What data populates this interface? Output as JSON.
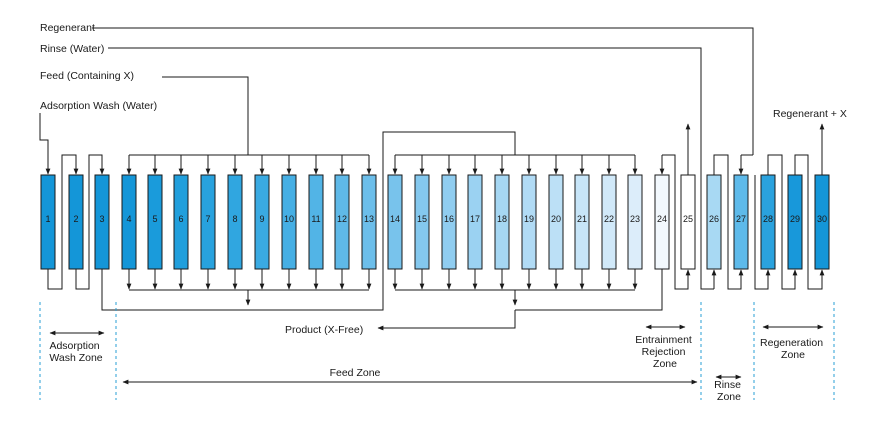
{
  "inputs": {
    "regenerant": "Regenerant",
    "rinse": "Rinse (Water)",
    "feed": "Feed (Containing X)",
    "adsorption_wash": "Adsorption Wash (Water)"
  },
  "outputs": {
    "regenerant_x": "Regenerant + X",
    "product": "Product (X-Free)"
  },
  "zones": {
    "adsorption_wash": [
      "Adsorption",
      "Wash Zone"
    ],
    "feed": "Feed Zone",
    "entrainment_rejection": [
      "Entrainment",
      "Rejection",
      "Zone"
    ],
    "rinse": [
      "Rinse",
      "Zone"
    ],
    "regeneration": [
      "Regeneration",
      "Zone"
    ]
  },
  "columns": [
    {
      "label": "1",
      "color": "#1496d8"
    },
    {
      "label": "2",
      "color": "#1496d8"
    },
    {
      "label": "3",
      "color": "#1496d8"
    },
    {
      "label": "4",
      "color": "#1496d8"
    },
    {
      "label": "5",
      "color": "#1a9bdb"
    },
    {
      "label": "6",
      "color": "#219fdc"
    },
    {
      "label": "7",
      "color": "#28a2de"
    },
    {
      "label": "8",
      "color": "#30a6e0"
    },
    {
      "label": "9",
      "color": "#3aaae2"
    },
    {
      "label": "10",
      "color": "#46afe4"
    },
    {
      "label": "11",
      "color": "#52b4e6"
    },
    {
      "label": "12",
      "color": "#5fb9e8"
    },
    {
      "label": "13",
      "color": "#6cbeea"
    },
    {
      "label": "14",
      "color": "#78c3ec"
    },
    {
      "label": "15",
      "color": "#84c8ee"
    },
    {
      "label": "16",
      "color": "#90cdf0"
    },
    {
      "label": "17",
      "color": "#9bd2f2"
    },
    {
      "label": "18",
      "color": "#a6d7f3"
    },
    {
      "label": "19",
      "color": "#b1dbf5"
    },
    {
      "label": "20",
      "color": "#bce0f6"
    },
    {
      "label": "21",
      "color": "#c7e5f8"
    },
    {
      "label": "22",
      "color": "#d1e9f9"
    },
    {
      "label": "23",
      "color": "#dcedfa"
    },
    {
      "label": "24",
      "color": "#f2f8fd"
    },
    {
      "label": "25",
      "color": "#ffffff"
    },
    {
      "label": "26",
      "color": "#a8d9f3"
    },
    {
      "label": "27",
      "color": "#5ebaea"
    },
    {
      "label": "28",
      "color": "#2aa2de"
    },
    {
      "label": "29",
      "color": "#1898da"
    },
    {
      "label": "30",
      "color": "#1496d8"
    }
  ]
}
